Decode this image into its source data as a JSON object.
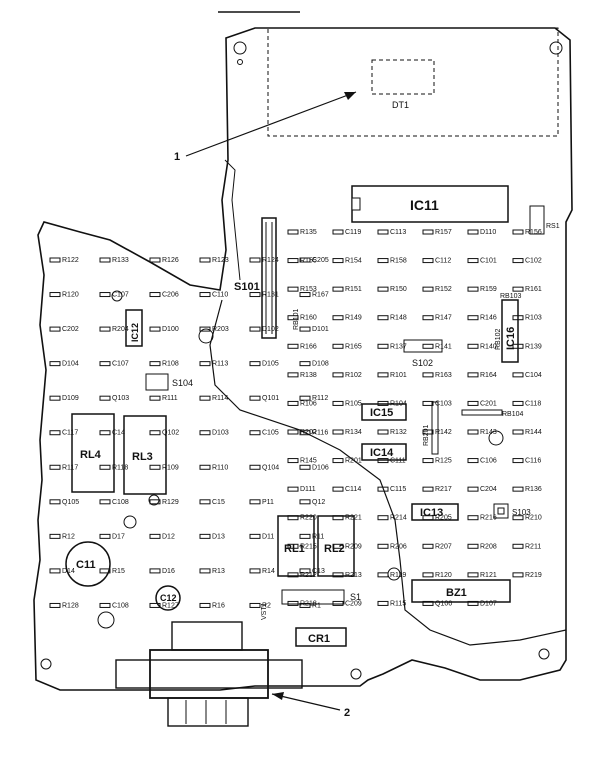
{
  "callouts": {
    "dt1_callout": "1",
    "transformer_callout": "2"
  },
  "modules": {
    "dt1": "DT1",
    "ic11": "IC11",
    "ic16": "IC16",
    "ic15": "IC15",
    "ic14": "IC14",
    "ic13": "IC13",
    "ic12": "IC12",
    "rl4": "RL4",
    "rl3": "RL3",
    "rl1": "RL1",
    "rl2": "RL2",
    "bz1": "BZ1",
    "cr1": "CR1",
    "s101": "S101",
    "s102": "S102",
    "s103": "S103",
    "s104": "S104",
    "s1": "S1",
    "c11": "C11",
    "c12": "C12",
    "rs1": "RS1",
    "vst1": "VST1",
    "rb101": "RB101",
    "rb102": "RB102",
    "rb103": "RB103",
    "rb104": "RB104",
    "rb201": "RB201"
  },
  "component_labels": {
    "top": [
      "R135",
      "C119",
      "C113",
      "R157",
      "D110",
      "R156",
      "R155",
      "R154",
      "R158",
      "C112",
      "C101",
      "C102",
      "R153",
      "R151",
      "R150",
      "R152",
      "R159",
      "R161",
      "R160",
      "R149",
      "R148",
      "R147",
      "R146",
      "R103",
      "R166",
      "R165",
      "R137",
      "R141",
      "R140",
      "R139",
      "R138",
      "R102",
      "R101",
      "R163",
      "R164",
      "C104",
      "R106",
      "R105",
      "R104",
      "C103",
      "C201",
      "C118",
      "R202",
      "R134",
      "R132",
      "R142",
      "R143",
      "R144",
      "R145",
      "R201",
      "C111",
      "R125",
      "C106",
      "C116",
      "D111",
      "C114",
      "C115",
      "R217",
      "C204",
      "R136",
      "R220",
      "R221",
      "R214",
      "R205",
      "R216",
      "R210",
      "R215",
      "R209",
      "R206",
      "R207",
      "R208",
      "R211",
      "R212",
      "R213",
      "R119",
      "R120",
      "R121",
      "R219",
      "R218",
      "C209",
      "R115",
      "Q106",
      "D107"
    ],
    "left": [
      "R122",
      "R133",
      "R126",
      "R123",
      "R124",
      "C205",
      "R120",
      "C107",
      "C206",
      "C110",
      "R131",
      "R167",
      "C202",
      "R204",
      "D100",
      "R203",
      "D102",
      "D101",
      "D104",
      "C107",
      "R108",
      "R113",
      "D105",
      "D108",
      "D109",
      "Q103",
      "R111",
      "R114",
      "Q101",
      "R112",
      "C117",
      "C14",
      "Q102",
      "D103",
      "C105",
      "R116",
      "R117",
      "R118",
      "R109",
      "R110",
      "Q104",
      "D106",
      "Q105",
      "C108",
      "R129",
      "C15",
      "P11",
      "Q12",
      "R12",
      "D17",
      "D12",
      "D13",
      "D11",
      "R11",
      "D14",
      "R15",
      "D16",
      "R13",
      "R14",
      "C13",
      "R128",
      "C108",
      "R127",
      "R16",
      "R2",
      "R1"
    ]
  }
}
